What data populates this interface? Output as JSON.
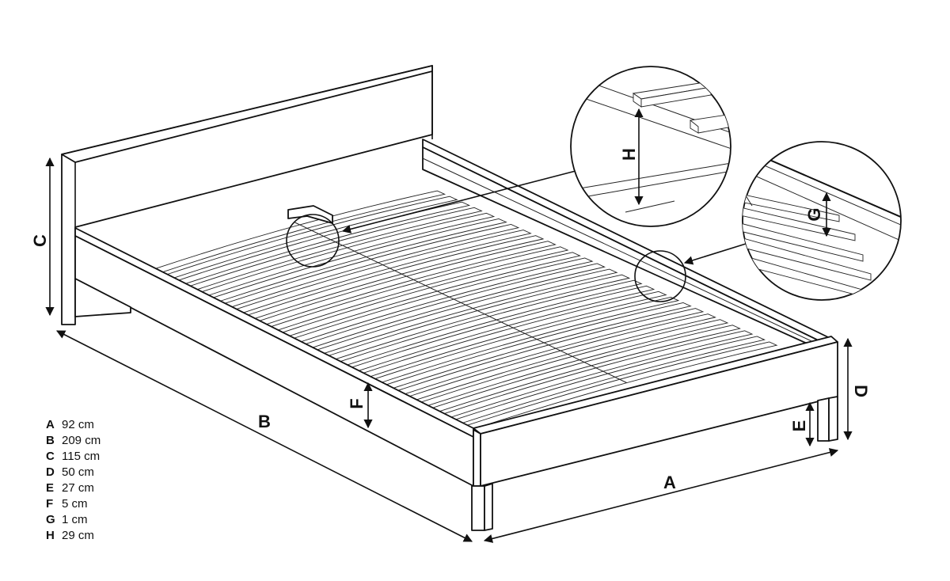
{
  "legend": [
    {
      "key": "A",
      "value": "92 cm"
    },
    {
      "key": "B",
      "value": "209 cm"
    },
    {
      "key": "C",
      "value": "115 cm"
    },
    {
      "key": "D",
      "value": "50 cm"
    },
    {
      "key": "E",
      "value": "27 cm"
    },
    {
      "key": "F",
      "value": "5 cm"
    },
    {
      "key": "G",
      "value": "1 cm"
    },
    {
      "key": "H",
      "value": "29 cm"
    }
  ],
  "labels": {
    "A": "A",
    "B": "B",
    "C": "C",
    "D": "D",
    "E": "E",
    "F": "F",
    "G": "G",
    "H": "H"
  },
  "colors": {
    "ink": "#111111",
    "background": "#ffffff"
  }
}
